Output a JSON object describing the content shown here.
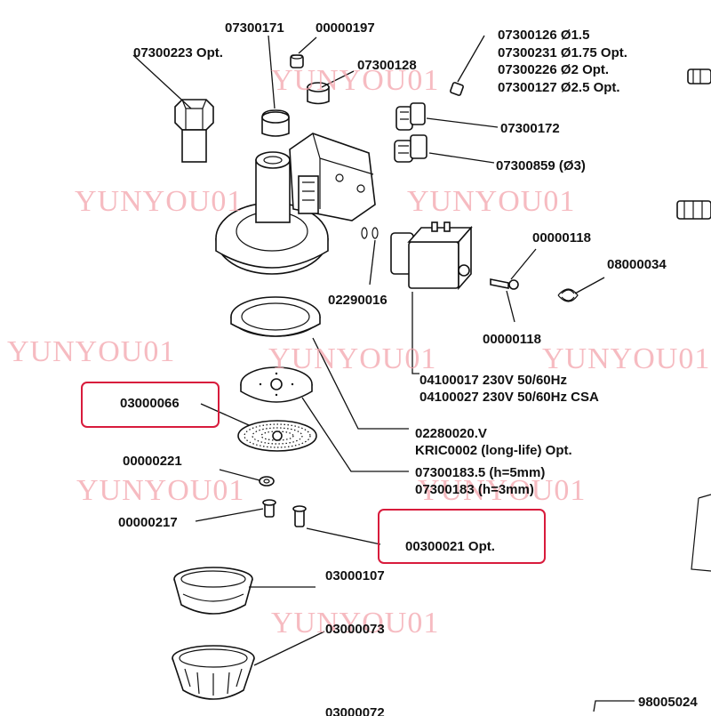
{
  "labels": {
    "l_07300223": "07300223 Opt.",
    "l_07300171": "07300171",
    "l_00000197": "00000197",
    "l_07300128": "07300128",
    "l_07300126": "07300126 Ø1.5",
    "l_07300231": "07300231 Ø1.75 Opt.",
    "l_07300226": "07300226 Ø2 Opt.",
    "l_07300127": "07300127 Ø2.5 Opt.",
    "l_07300172": "07300172",
    "l_07300859": "07300859  (Ø3)",
    "l_00000118a": "00000118",
    "l_08000034": "08000034",
    "l_02290016": "02290016",
    "l_00000118b": "00000118",
    "l_04100017": "04100017 230V 50/60Hz",
    "l_04100027": "04100027 230V 50/60Hz CSA",
    "l_03000066": "03000066",
    "l_02280020": "02280020.V",
    "l_kric0002": "KRIC0002 (long-life) Opt.",
    "l_00000221": "00000221",
    "l_07300183_5": "07300183.5 (h=5mm)",
    "l_07300183": "07300183 (h=3mm)",
    "l_00000217": "00000217",
    "l_00300021": "00300021 Opt.",
    "l_03000107": "03000107",
    "l_03000073": "03000073",
    "l_98005024": "98005024",
    "l_03000072": "03000072"
  },
  "watermark": "YUNYOU01",
  "colors": {
    "highlight": "#d81b3c",
    "watermark": "#f3a5ad",
    "ink": "#111111"
  }
}
